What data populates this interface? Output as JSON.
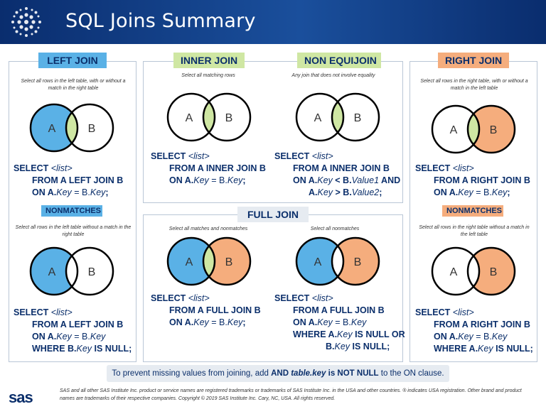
{
  "header": {
    "title": "SQL Joins Summary"
  },
  "panels": {
    "left_join": {
      "label": "LEFT JOIN",
      "desc": "Select all rows in the left table, with or without a match in the right table",
      "venn_a": "A",
      "venn_b": "B",
      "code": [
        "SELECT ",
        "<list>",
        "FROM A LEFT JOIN B",
        "ON A.",
        "Key",
        " = B.",
        "Key",
        ";"
      ]
    },
    "left_nonmatch": {
      "label": "NONMATCHES",
      "desc": "Select all rows in the left table without a match in the right table",
      "venn_a": "A",
      "venn_b": "B",
      "code": [
        "SELECT ",
        "<list>",
        "FROM A LEFT JOIN B",
        "ON A.",
        "Key",
        " = B.",
        "Key",
        "WHERE B.",
        "Key",
        " IS NULL;"
      ]
    },
    "inner_join": {
      "label": "INNER JOIN",
      "desc": "Select all matching rows",
      "venn_a": "A",
      "venn_b": "B",
      "code": [
        "SELECT ",
        "<list>",
        "FROM A INNER JOIN B",
        "ON A.",
        "Key",
        " = B.",
        "Key",
        ";"
      ]
    },
    "non_equijoin": {
      "label": "NON EQUIJOIN",
      "desc": "Any join that does not involve equality",
      "venn_a": "A",
      "venn_b": "B",
      "code": [
        "SELECT ",
        "<list>",
        "FROM A INNER JOIN B",
        "ON A.",
        "Key",
        " < B.",
        "Value1",
        " AND",
        "A.",
        "Key",
        " > B.",
        "Value2",
        ";"
      ]
    },
    "full_join": {
      "label": "FULL JOIN",
      "desc": "Select all matches and nonmatches",
      "venn_a": "A",
      "venn_b": "B",
      "code": [
        "SELECT ",
        "<list>",
        "FROM A FULL JOIN B",
        "ON A.",
        "Key",
        " = B.",
        "Key",
        ";"
      ]
    },
    "full_nonmatch": {
      "desc": "Select all nonmatches",
      "venn_a": "A",
      "venn_b": "B",
      "code": [
        "SELECT ",
        "<list>",
        "FROM A FULL JOIN B",
        "ON A.",
        "Key",
        " = B.",
        "Key",
        "WHERE A.",
        "Key",
        " IS NULL OR",
        "B.",
        "Key",
        " IS NULL;"
      ]
    },
    "right_join": {
      "label": "RIGHT JOIN",
      "desc": "Select all rows in the right table, with or without a match in the left table",
      "venn_a": "A",
      "venn_b": "B",
      "code": [
        "SELECT ",
        "<list>",
        "FROM A RIGHT JOIN B",
        "ON A.",
        "Key",
        " = B.",
        "Key",
        ";"
      ]
    },
    "right_nonmatch": {
      "label": "NONMATCHES",
      "desc": "Select all rows in the right table without a match in the left table",
      "venn_a": "A",
      "venn_b": "B",
      "code": [
        "SELECT ",
        "<list>",
        "FROM A RIGHT JOIN B",
        "ON A.",
        "Key",
        " = B.",
        "Key",
        "WHERE A.",
        "Key",
        " IS NULL;"
      ]
    }
  },
  "tip": [
    "To prevent missing values from joining, add ",
    "AND ",
    "table.key",
    " is NOT NULL",
    " to the ON clause."
  ],
  "footer": {
    "logo": "sas",
    "legal": "SAS and all other SAS Institute Inc. product or service names are registered trademarks or trademarks of SAS Institute Inc. in the USA and other countries. ® indicates USA registration. Other brand and product names are trademarks of their respective companies. Copyright © 2019 SAS Institute Inc. Cary, NC, USA. All rights reserved."
  },
  "colors": {
    "blue": "#5ab1e6",
    "green": "#cfe7a3",
    "orange": "#f5ad7d",
    "navy": "#0b2f6b"
  }
}
